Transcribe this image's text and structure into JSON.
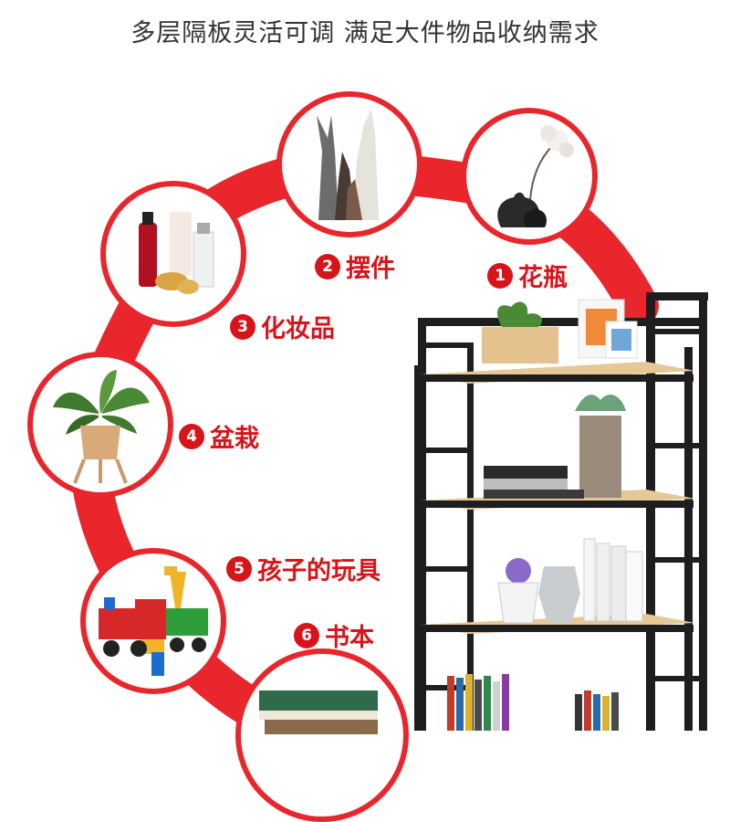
{
  "headline": "多层隔板灵活可调 满足大件物品收纳需求",
  "items": [
    {
      "num": "1",
      "label": "花瓶",
      "icon": "vase-with-flower"
    },
    {
      "num": "2",
      "label": "摆件",
      "icon": "animal-figurines"
    },
    {
      "num": "3",
      "label": "化妆品",
      "icon": "cosmetics"
    },
    {
      "num": "4",
      "label": "盆栽",
      "icon": "potted-plant"
    },
    {
      "num": "5",
      "label": "孩子的玩具",
      "icon": "toy-train"
    },
    {
      "num": "6",
      "label": "书本",
      "icon": "books"
    }
  ],
  "colors": {
    "accent": "#e8262b",
    "frame": "#1e1e1e",
    "wood": "#e6c796"
  }
}
